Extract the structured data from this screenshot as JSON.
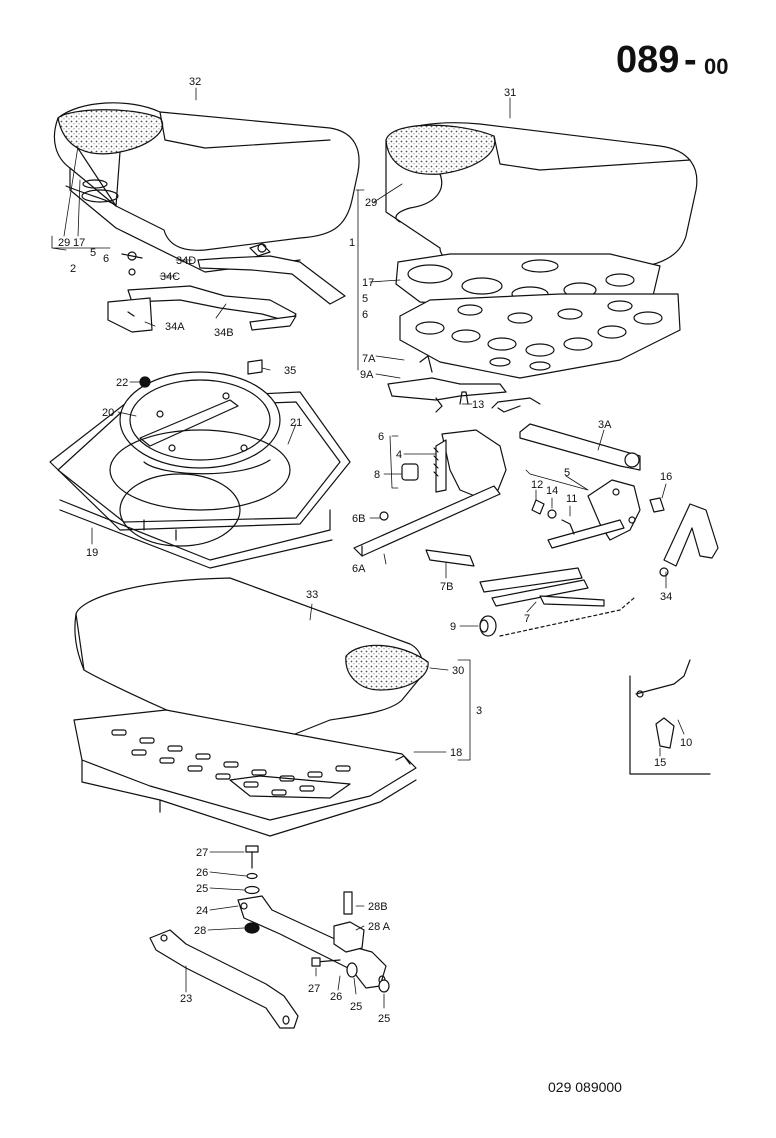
{
  "page": {
    "code": "089",
    "separator": "-",
    "suffix": "00",
    "drawing_no": "029  089000"
  },
  "callouts": {
    "c32": "32",
    "c31": "31",
    "c29a": "29",
    "c29b": "29",
    "c17a": "17",
    "c17b": "17",
    "c5a": "5",
    "c6a": "6",
    "c2": "2",
    "c1": "1",
    "c5b": "5",
    "c6b": "6",
    "c34d": "34D",
    "c34c": "34C",
    "c34a": "34A",
    "c34b": "34B",
    "c7a": "7A",
    "c9a": "9A",
    "c35": "35",
    "c22": "22",
    "c20": "20",
    "c21": "21",
    "c13": "13",
    "c3a": "3A",
    "c6c": "6",
    "c4": "4",
    "c8": "8",
    "c5c": "5",
    "c16": "16",
    "c12": "12",
    "c14": "14",
    "c11": "11",
    "c6b2": "6B",
    "c6a2": "6A",
    "c7b": "7B",
    "c7": "7",
    "c34": "34",
    "c19": "19",
    "c33": "33",
    "c9": "9",
    "c30": "30",
    "c3": "3",
    "c18": "18",
    "c10": "10",
    "c15": "15",
    "c27a": "27",
    "c26a": "26",
    "c25a": "25",
    "c24": "24",
    "c28": "28",
    "c28b": "28B",
    "c28a": "28 A",
    "c23": "23",
    "c27b": "27",
    "c26b": "26",
    "c25b": "25",
    "c25c": "25"
  },
  "colors": {
    "ink": "#111111",
    "paper": "#ffffff",
    "stipple": "#8a8a8a"
  }
}
